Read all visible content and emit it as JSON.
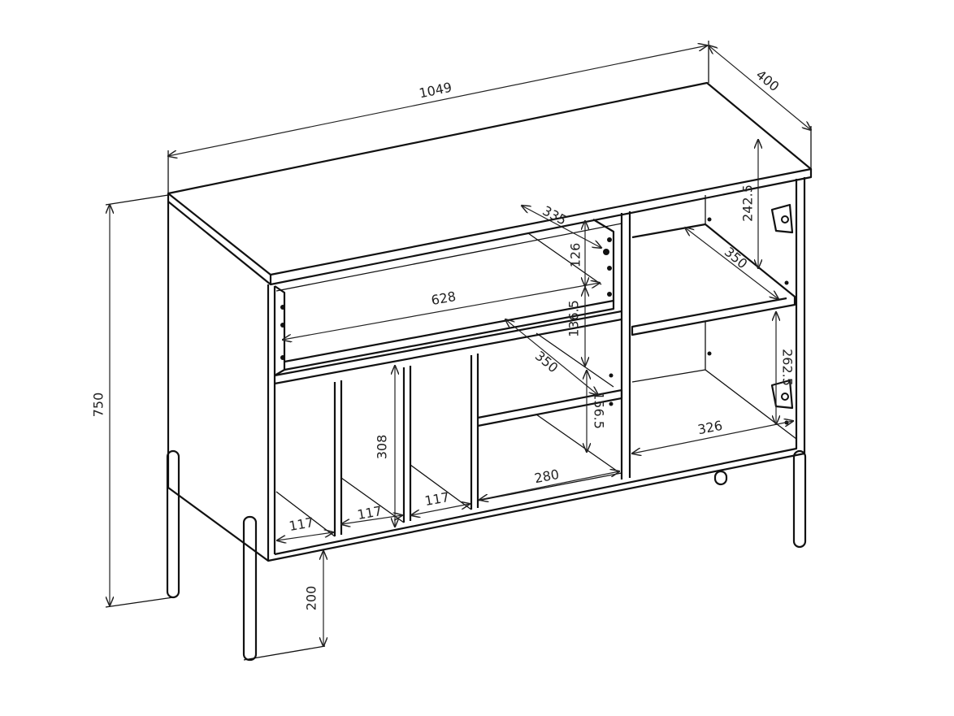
{
  "dimensions": {
    "total_width": "1049",
    "depth": "400",
    "total_height": "750",
    "leg_height": "200",
    "drawer_width": "628",
    "drawer_depth": "335",
    "drawer_height": "126",
    "upper_gap_height": "136.5",
    "middle_shelf_depth": "350",
    "middle_lower_height": "156.5",
    "compartment_height": "308",
    "compartment_width_1": "117",
    "compartment_width_2": "117",
    "compartment_width_3": "117",
    "middle_compartment_width": "280",
    "right_compartment_width": "326",
    "right_upper_height": "242.5",
    "right_shelf_depth": "350",
    "right_lower_height": "262.5"
  }
}
